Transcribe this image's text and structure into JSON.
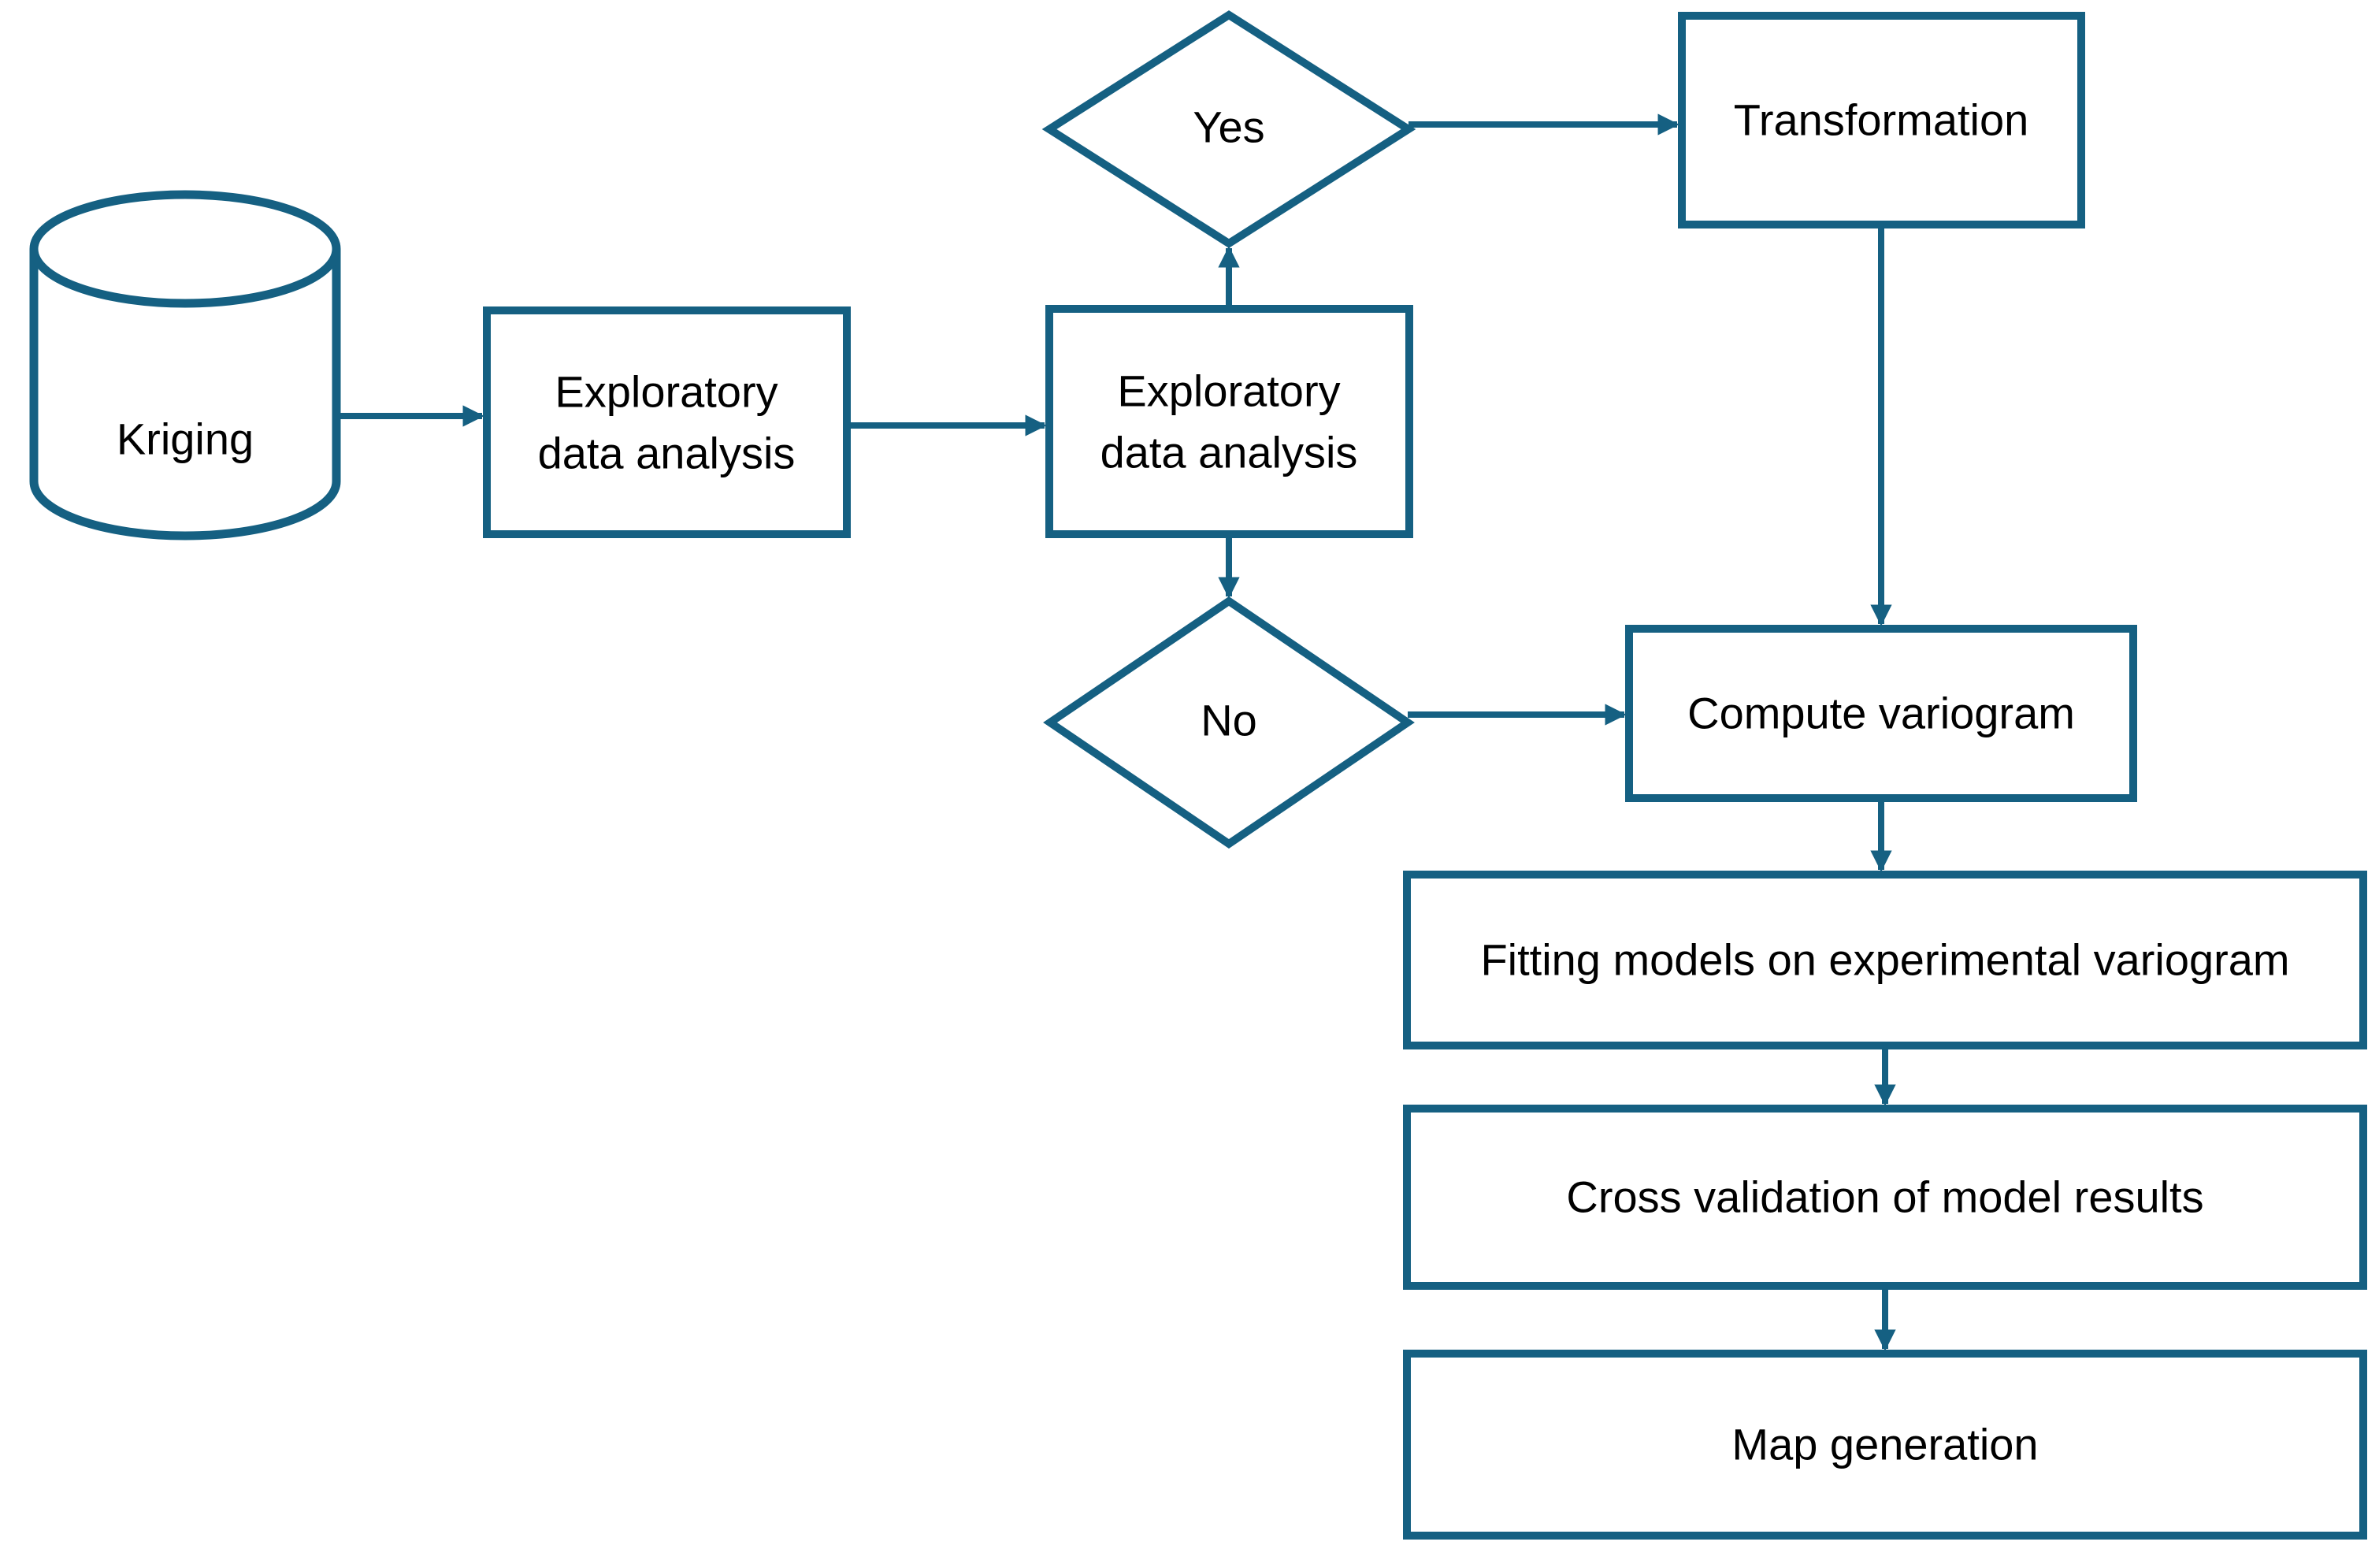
{
  "diagram": {
    "background_color": "#ffffff",
    "line_color": "#156082",
    "text_color": "#000000",
    "nodes": {
      "kriging": {
        "shape": "cylinder",
        "label": "Kriging"
      },
      "exploratory_1": {
        "shape": "rectangle",
        "label_line1": "Exploratory",
        "label_line2": "data analysis"
      },
      "exploratory_2": {
        "shape": "rectangle",
        "label_line1": "Exploratory",
        "label_line2": "data analysis"
      },
      "yes_decision": {
        "shape": "diamond",
        "label": "Yes"
      },
      "no_decision": {
        "shape": "diamond",
        "label": "No"
      },
      "transformation": {
        "shape": "rectangle",
        "label": "Transformation"
      },
      "compute_variogram": {
        "shape": "rectangle",
        "label": "Compute variogram"
      },
      "fitting_models": {
        "shape": "rectangle",
        "label": "Fitting models on experimental variogram"
      },
      "cross_validation": {
        "shape": "rectangle",
        "label": "Cross validation of model results"
      },
      "map_generation": {
        "shape": "rectangle",
        "label": "Map generation"
      }
    },
    "edges": [
      {
        "from": "kriging",
        "to": "exploratory_1"
      },
      {
        "from": "exploratory_1",
        "to": "exploratory_2"
      },
      {
        "from": "exploratory_2",
        "to": "yes_decision"
      },
      {
        "from": "yes_decision",
        "to": "transformation"
      },
      {
        "from": "transformation",
        "to": "compute_variogram"
      },
      {
        "from": "exploratory_2",
        "to": "no_decision"
      },
      {
        "from": "no_decision",
        "to": "compute_variogram"
      },
      {
        "from": "compute_variogram",
        "to": "fitting_models"
      },
      {
        "from": "fitting_models",
        "to": "cross_validation"
      },
      {
        "from": "cross_validation",
        "to": "map_generation"
      }
    ]
  }
}
